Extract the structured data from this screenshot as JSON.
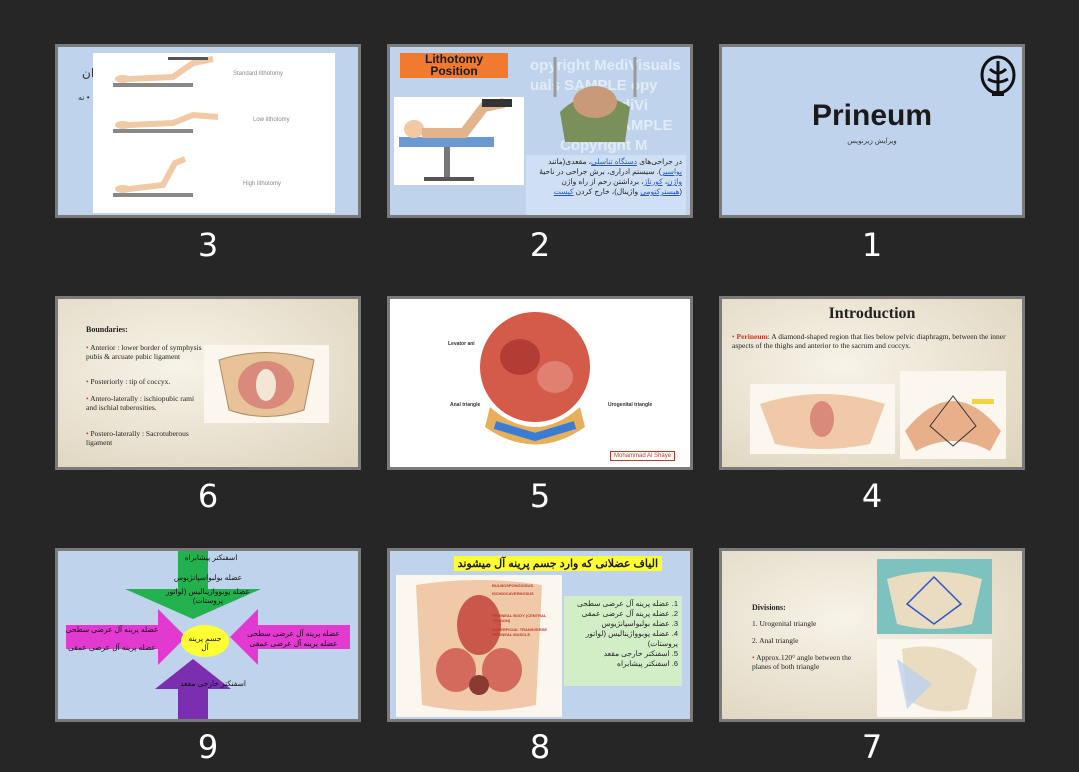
{
  "slides": [
    {
      "number": "3"
    },
    {
      "number": "2"
    },
    {
      "number": "1"
    },
    {
      "number": "6"
    },
    {
      "number": "5"
    },
    {
      "number": "4"
    },
    {
      "number": "9"
    },
    {
      "number": "8"
    },
    {
      "number": "7"
    }
  ],
  "slide1": {
    "title": "Prineum",
    "subtitle": "ویرایش زیرنویس"
  },
  "slide2": {
    "box": "Lithotomy Position",
    "para_parts": [
      "در جراحی‌های ",
      "دستگاه تناسلی",
      "، مقعدی(مانند ",
      "بواسیر",
      "). سیستم ادراری، برش جراحی در ناحیهٔ ",
      "واژن",
      "، ",
      "کورتاژ",
      "، برداشتن رحم از راه واژن (",
      "هیسترکتومی",
      " واژینال)، خارج کردن ",
      "کیست"
    ],
    "watermarks": [
      "opyright MediVisuals",
      "uals SAMPLE opy",
      "MediVi",
      "SAMPLE",
      "Copyright M"
    ]
  },
  "slide3": {
    "labels": [
      "Standard lithotomy",
      "Low lithotomy",
      "High lithotomy"
    ],
    "side_text_1": "ان",
    "side_text_2": "نه •"
  },
  "slide4": {
    "title": "Introduction",
    "term": "Perineum",
    "body": ": A diamond-shaped region that lies below pelvic diaphragm, between the inner aspects of the thighs and anterior to the sacrum and coccyx."
  },
  "slide5": {
    "labels": {
      "levator": "Levator ani",
      "anal": "Anal triangle",
      "urogenital": "Urogenital triangle",
      "credit": "Mohammad Al Shaye"
    }
  },
  "slide6": {
    "heading": "Boundaries:",
    "items": [
      "Anterior : lower border of symphysis pubis & arcuate pubic ligament",
      "Posteriorly : tip of coccyx.",
      "Antero-laterally : ischiopubic rami and ischial tuberosities.",
      "Postero-laterally : Sacrotuberous ligament"
    ]
  },
  "slide7": {
    "heading": "Divisions:",
    "items": [
      "1.  Urogenital triangle",
      "2.  Anal triangle"
    ],
    "note": "Approx.120° angle between the planes of both triangle"
  },
  "slide8": {
    "title": "الیاف عضلانی که وارد جسم پرینه آل میشوند",
    "items": [
      "1. عضله پرینه آل عرضی سطحی",
      "2. عضله پرینه آل عرضی عمقی",
      "3. عضله بولبواسپانژیوس",
      "4. عضله پوبوواژینالیس (لواتور پروستات)",
      "5. اسفنکتر خارجی مقعد",
      "6. اسفنکتر پیشابراه"
    ],
    "figure_labels": [
      "BULBOSPONGIOSUS",
      "ISCHIOCAVERNOSUS",
      "PERINEAL BODY (CENTRAL TENDON)",
      "SUPERFICIAL TRANSVERSE PERINEAL MUSCLE"
    ]
  },
  "slide9": {
    "top": [
      "اسفنکتر پیشابراه",
      "عضله بولبواسپانژیوس",
      "عضله پوبوواژینالیس (لواتور پروستات)"
    ],
    "left": [
      "عضله پرینه آل عرضی سطحی",
      "عضله پرینه آل عرضی عمقی"
    ],
    "right": [
      "عضله پرینه آل عرضی سطحی",
      "عضله پرینه آل عرضی عمقی"
    ],
    "bottom": "اسفنکتر خارجی مقعد",
    "center": "جسم پرینه آل"
  },
  "colors": {
    "background": "#262626",
    "slide_bg": "#bfd4ec",
    "border": "#7a7a7a",
    "orange": "#f07a2e",
    "yellow": "#ffff33",
    "green": "#22b14c",
    "magenta": "#e23ad1",
    "purple": "#7b2fb0"
  }
}
